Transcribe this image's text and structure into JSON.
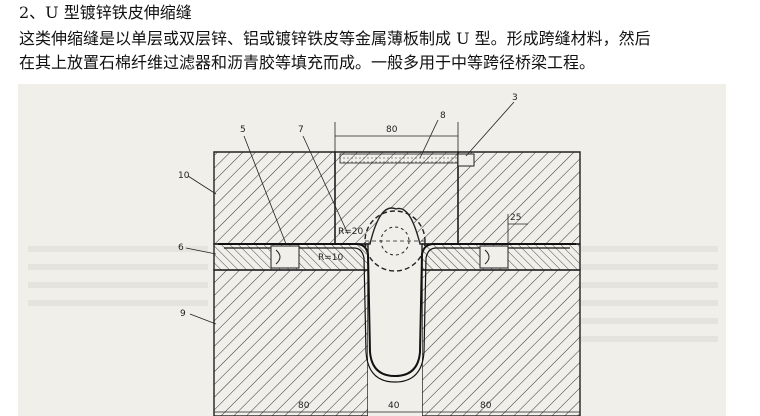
{
  "section": {
    "heading": "2、U 型镀锌铁皮伸缩缝"
  },
  "paragraph": {
    "line1": "这类伸缩缝是以单层或双层锌、铝或镀锌铁皮等金属薄板制成 U 型。形成跨缝材料，然后",
    "line2": "在其上放置石棉纤维过滤器和沥青胶等填充而成。一般多用于中等跨径桥梁工程。"
  },
  "figure": {
    "callouts": {
      "c3": "3",
      "c5": "5",
      "c6": "6",
      "c7": "7",
      "c8": "8",
      "c9": "9",
      "c10": "10"
    },
    "dims": {
      "top": "80",
      "side": "25",
      "bottom_left": "80",
      "bottom_mid": "40",
      "bottom_right": "80"
    },
    "radii": {
      "r20": "R=20",
      "r10": "R=10"
    }
  }
}
